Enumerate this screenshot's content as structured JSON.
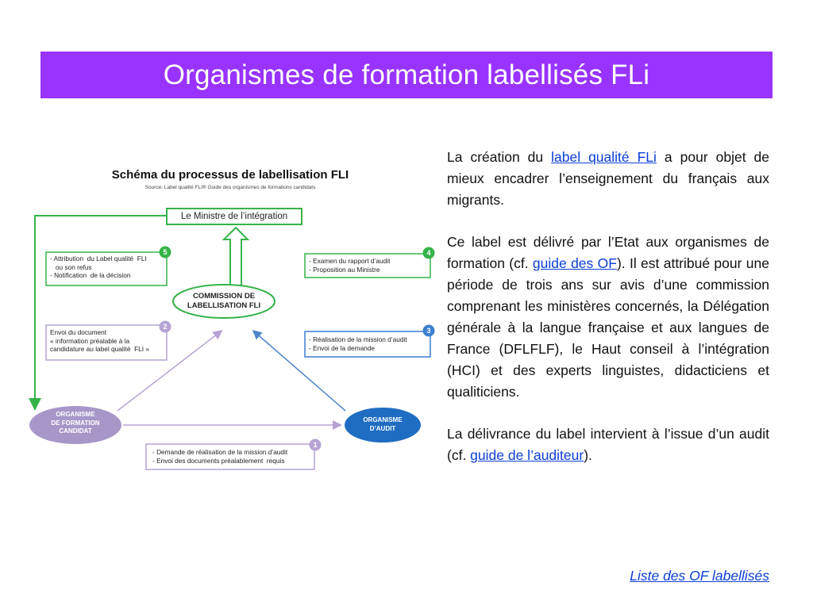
{
  "title": "Organismes de formation labellisés FLi",
  "diagram": {
    "title": "Schéma du processus de labellisation FLI",
    "source": "Source: Label qualité FLI® Guide des organismes de formations candidats",
    "ministre": "Le Ministre de l’intégration",
    "commission": [
      "COMMISSION DE",
      "LABELLISATION FLI"
    ],
    "candidat": [
      "ORGANISME",
      "DE FORMATION",
      "CANDIDAT"
    ],
    "audit": [
      "ORGANISME",
      "D’AUDIT"
    ],
    "steps": [
      {
        "n": "1",
        "color": "#b6a3d3",
        "text": "- Demande de réalisation de la mission d’audit\n- Envoi des documents préalablement  requis"
      },
      {
        "n": "2",
        "color": "#b6a3d3",
        "text": "Envoi du document\n« information préalable à la\ncandidature au label qualité  FLI »"
      },
      {
        "n": "3",
        "color": "#3d7fcf",
        "text": "- Réalisation de la mission d’audit\n- Envoi de la demande"
      },
      {
        "n": "4",
        "color": "#35b34a",
        "text": "- Examen du rapport d’audit\n- Proposition au Ministre"
      },
      {
        "n": "5",
        "color": "#35b34a",
        "text": "- Attribution  du Label qualité  FLI\n   ou son refus\n- Notification  de la décision"
      }
    ],
    "colors": {
      "green": "#35b34a",
      "purple": "#b6a3d3",
      "blue": "#1f6dc2",
      "candidat_fill": "#a697c8"
    }
  },
  "paragraphs": {
    "p1": {
      "before": "La création du ",
      "link": "label qualité FLi",
      "after": " a pour objet de mieux encadrer l’enseignement du français aux migrants."
    },
    "p2": {
      "before": "Ce label est délivré par l’Etat aux organismes de formation (cf. ",
      "link": "guide des OF",
      "after": "). Il est attribué pour une période de trois ans sur avis d’une commission comprenant les ministères concernés, la Délégation générale à la langue française et aux langues de France (DFLFLF), le Haut conseil à l’intégration (HCI) et des experts linguistes, didacticiens et qualiticiens."
    },
    "p3": {
      "before": "La délivrance du label intervient à l’issue d’un audit (cf. ",
      "link": "guide de l’auditeur",
      "after": ")."
    }
  },
  "footer_link": "Liste des OF labellisés"
}
